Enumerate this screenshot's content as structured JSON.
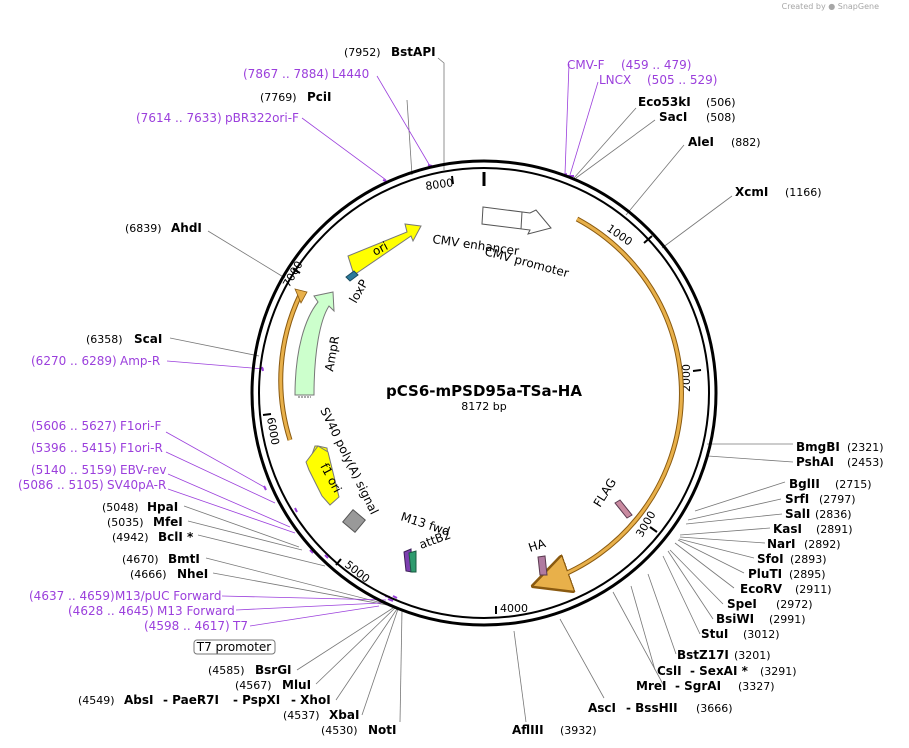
{
  "credit": {
    "prefix": "Created by",
    "brand": "SnapGene"
  },
  "plasmid": {
    "name": "pCS6-mPSD95a-TSa-HA",
    "length": "8172 bp"
  },
  "ticks": [
    "1000",
    "2000",
    "3000",
    "4000",
    "5000",
    "6000",
    "7000",
    "8000"
  ],
  "features": {
    "cmv_enhancer": "CMV enhancer",
    "cmv_promoter": "CMV promoter",
    "ori": "ori",
    "loxp": "loxP",
    "ampr": "AmpR",
    "sv40": "SV40 poly(A) signal",
    "f1ori": "f1 ori",
    "m13fwd": "M13 fwd",
    "attb2": "attB2",
    "ha": "HA",
    "flag": "FLAG",
    "t7_promoter": "T7 promoter"
  },
  "sites": [
    {
      "name": "BstAPI",
      "pos": "(7952)"
    },
    {
      "name": "PciI",
      "pos": "(7769)"
    },
    {
      "name": "Eco53kI",
      "pos": "(506)"
    },
    {
      "name": "SacI",
      "pos": "(508)"
    },
    {
      "name": "AleI",
      "pos": "(882)"
    },
    {
      "name": "XcmI",
      "pos": "(1166)"
    },
    {
      "name": "AhdI",
      "pos": "(6839)"
    },
    {
      "name": "ScaI",
      "pos": "(6358)"
    },
    {
      "name": "BmgBI",
      "pos": "(2321)"
    },
    {
      "name": "PshAI",
      "pos": "(2453)"
    },
    {
      "name": "BglII",
      "pos": "(2715)"
    },
    {
      "name": "SrfI",
      "pos": "(2797)"
    },
    {
      "name": "SalI",
      "pos": "(2836)"
    },
    {
      "name": "KasI",
      "pos": "(2891)"
    },
    {
      "name": "NarI",
      "pos": "(2892)"
    },
    {
      "name": "SfoI",
      "pos": "(2893)"
    },
    {
      "name": "PluTI",
      "pos": "(2895)"
    },
    {
      "name": "EcoRV",
      "pos": "(2911)"
    },
    {
      "name": "SpeI",
      "pos": "(2972)"
    },
    {
      "name": "BsiWI",
      "pos": "(2991)"
    },
    {
      "name": "StuI",
      "pos": "(3012)"
    },
    {
      "name": "BstZ17I",
      "pos": "(3201)"
    },
    {
      "name": "CslI",
      "pos": ""
    },
    {
      "name": "- SexAI *",
      "pos": "(3291)"
    },
    {
      "name": "MreI",
      "pos": ""
    },
    {
      "name": "- SgrAI",
      "pos": "(3327)"
    },
    {
      "name": "AscI",
      "pos": ""
    },
    {
      "name": "- BssHII",
      "pos": "(3666)"
    },
    {
      "name": "AflIII",
      "pos": "(3932)"
    },
    {
      "name": "HpaI",
      "pos": "(5048)"
    },
    {
      "name": "MfeI",
      "pos": "(5035)"
    },
    {
      "name": "BclI *",
      "pos": "(4942)"
    },
    {
      "name": "BmtI",
      "pos": "(4670)"
    },
    {
      "name": "NheI",
      "pos": "(4666)"
    },
    {
      "name": "BsrGI",
      "pos": "(4585)"
    },
    {
      "name": "MluI",
      "pos": "(4567)"
    },
    {
      "name": "AbsI",
      "pos": "(4549)"
    },
    {
      "name": "- PaeR7I",
      "pos": ""
    },
    {
      "name": "- PspXI",
      "pos": ""
    },
    {
      "name": "- XhoI",
      "pos": ""
    },
    {
      "name": "XbaI",
      "pos": "(4537)"
    },
    {
      "name": "NotI",
      "pos": "(4530)"
    }
  ],
  "primers": [
    {
      "range": "(7867 .. 7884)",
      "name": "L4440"
    },
    {
      "range": "(7614 .. 7633)",
      "name": "pBR322ori-F"
    },
    {
      "range": "(459 .. 479)",
      "name": "CMV-F"
    },
    {
      "range": "(505 .. 529)",
      "name": "LNCX"
    },
    {
      "range": "(6270 .. 6289)",
      "name": "Amp-R"
    },
    {
      "range": "(5606 .. 5627)",
      "name": "F1ori-F"
    },
    {
      "range": "(5396 .. 5415)",
      "name": "F1ori-R"
    },
    {
      "range": "(5140 .. 5159)",
      "name": "EBV-rev"
    },
    {
      "range": "(5086 .. 5105)",
      "name": "SV40pA-R"
    },
    {
      "range": "(4637 .. 4659)",
      "name": "M13/pUC Forward"
    },
    {
      "range": "(4628 .. 4645)",
      "name": "M13 Forward"
    },
    {
      "range": "(4598 .. 4617)",
      "name": "T7"
    }
  ],
  "colors": {
    "primer": "#9b3fdc",
    "orf": "#e8b04a",
    "ori": "#ffff00",
    "ampr": "#ccffcc",
    "cmv": "#ffffff",
    "loxp": "#2b7a9b",
    "flag": "#c98aa0",
    "ha": "#b07aa0",
    "sv40": "#999999",
    "attb2": "#2e9b6e",
    "m13": "#7d3fb0"
  }
}
